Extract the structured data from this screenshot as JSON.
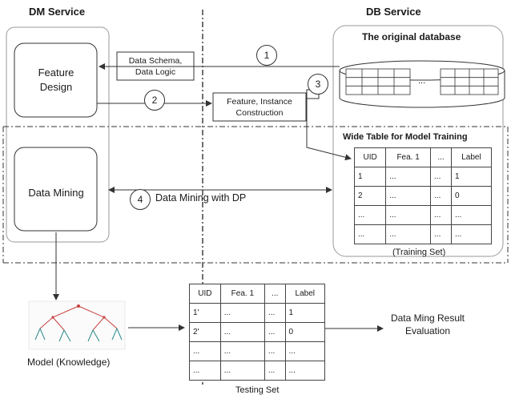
{
  "headers": {
    "dm_service": "DM Service",
    "db_service": "DB Service"
  },
  "boxes": {
    "feature_design": "Feature Design",
    "data_mining": "Data Mining",
    "original_database": "The original database",
    "ellipsis": "..."
  },
  "notes": {
    "schema_logic": "Data Schema, Data Logic",
    "feature_construction": "Feature, Instance Construction",
    "dm_with_dp": "Data Mining with DP",
    "result_eval": "Data Ming Result Evaluation",
    "model": "Model (Knowledge)"
  },
  "steps": [
    "1",
    "2",
    "3",
    "4"
  ],
  "wide_table": {
    "title": "Wide Table for Model Training",
    "caption": "(Training Set)",
    "header": [
      "UID",
      "Fea. 1",
      "...",
      "Label"
    ],
    "rows": [
      [
        "1",
        "...",
        "...",
        "1"
      ],
      [
        "2",
        "...",
        "...",
        "0"
      ],
      [
        "...",
        "...",
        "...",
        "..."
      ],
      [
        "...",
        "...",
        "...",
        "..."
      ]
    ]
  },
  "testing_table": {
    "caption": "Testing Set",
    "header": [
      "UID",
      "Fea. 1",
      "...",
      "Label"
    ],
    "rows": [
      [
        "1'",
        "...",
        "...",
        "1"
      ],
      [
        "2'",
        "...",
        "...",
        "0"
      ],
      [
        "...",
        "...",
        "...",
        "..."
      ],
      [
        "...",
        "...",
        "...",
        "..."
      ]
    ]
  }
}
